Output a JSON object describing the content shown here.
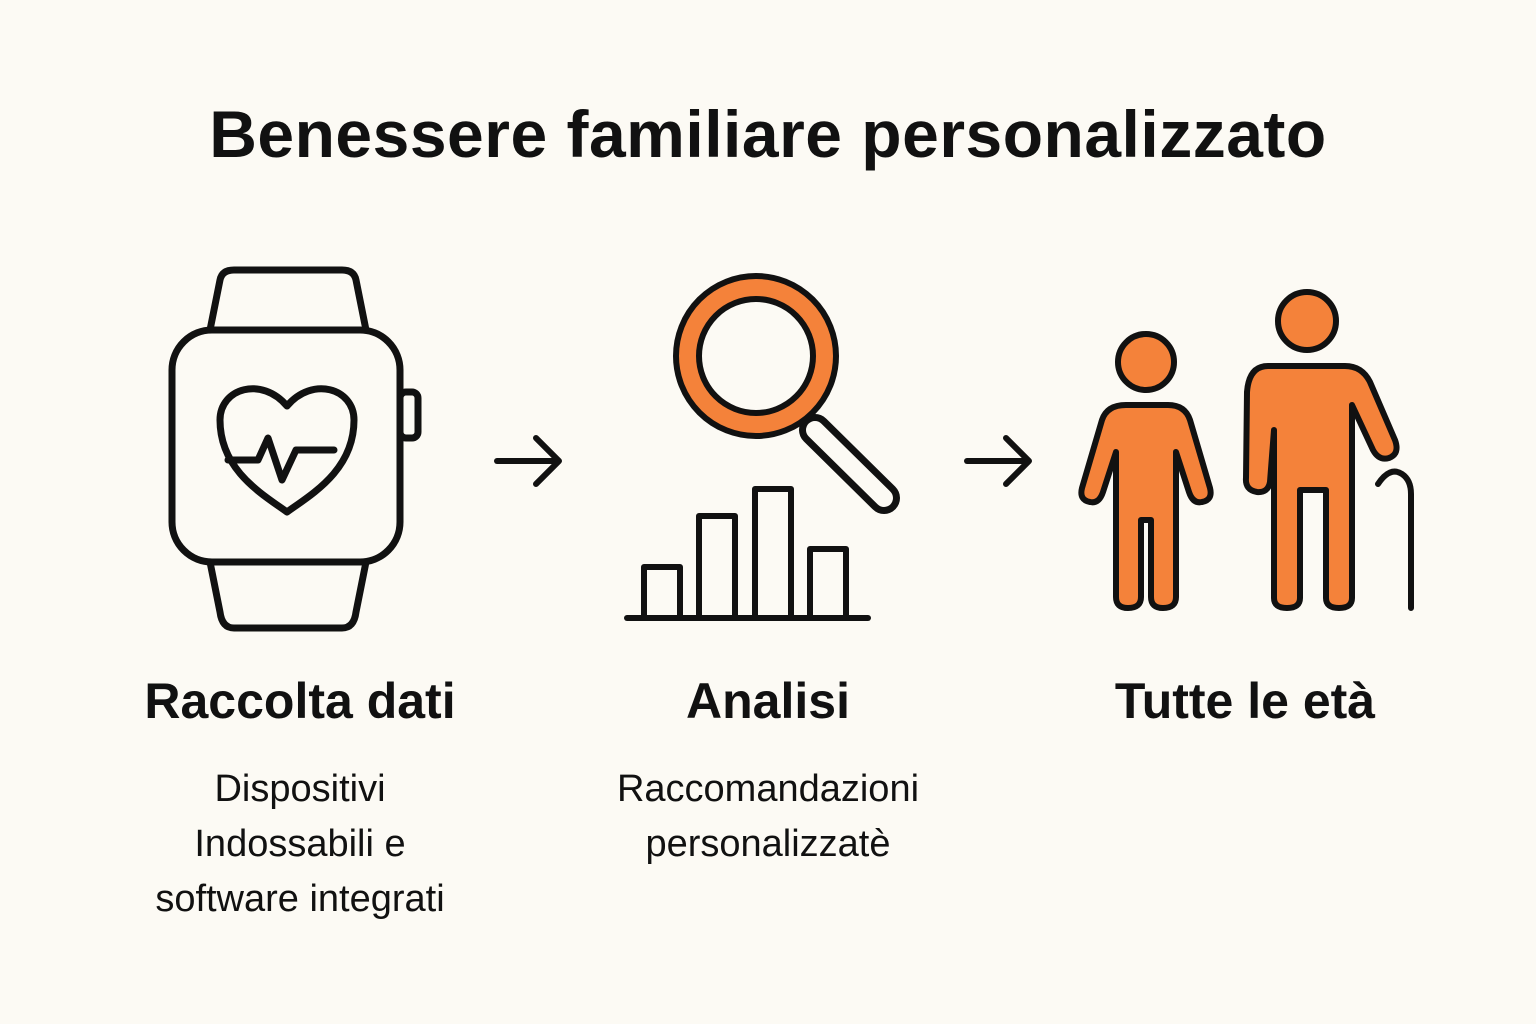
{
  "title": "Benessere familiare personalizzato",
  "colors": {
    "accent": "#f4823a",
    "stroke": "#111111",
    "background": "#fcfaf4"
  },
  "steps": [
    {
      "icon": "smartwatch-heart-icon",
      "title": "Raccolta dati",
      "description_lines": [
        "Dispositivi",
        "Indossabili e",
        "software integrati"
      ]
    },
    {
      "icon": "magnifier-bar-chart-icon",
      "title": "Analisi",
      "description_lines": [
        "Raccomandazioni",
        "personalizzatè"
      ]
    },
    {
      "icon": "family-generations-icon",
      "title": "Tutte le età",
      "description_lines": []
    }
  ],
  "connectors": [
    "arrow-right-icon",
    "arrow-right-icon"
  ]
}
